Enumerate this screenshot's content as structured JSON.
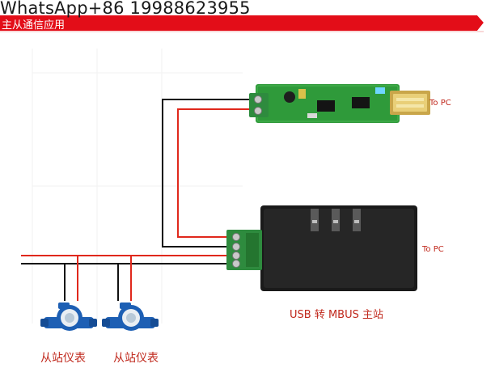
{
  "watermark": "WhatsApp+86 19988623955",
  "banner": {
    "title": "主从通信应用",
    "color": "#e30d18"
  },
  "devices": {
    "usb_adapter_label": "To PC",
    "mbus_master_label": "To PC",
    "mbus_master_caption": "USB 转 MBUS 主站"
  },
  "meters": [
    {
      "caption": "从站仪表"
    },
    {
      "caption": "从站仪表"
    }
  ],
  "colors": {
    "wire_red": "#e0281c",
    "wire_black": "#111111",
    "pcb_green": "#2f9a3a",
    "terminal_green": "#2e8b3e",
    "meter_blue": "#1d5fb4",
    "label_red": "#c0281c"
  }
}
